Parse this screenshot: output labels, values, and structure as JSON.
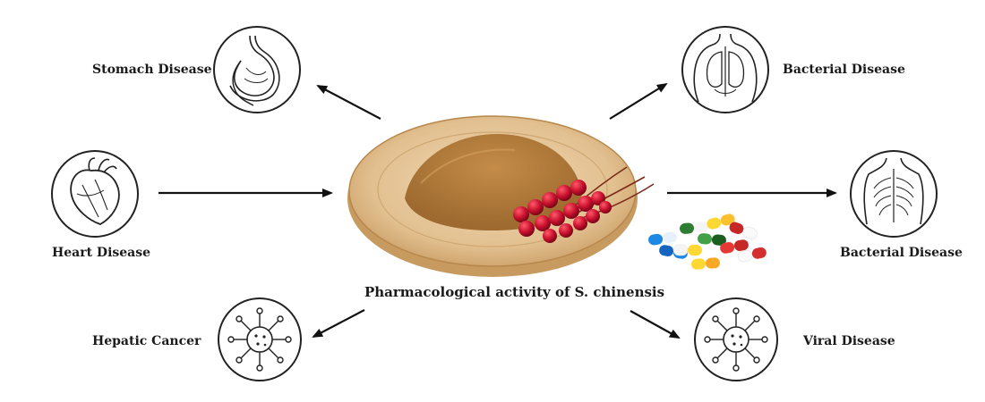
{
  "diagram": {
    "center": {
      "caption": "Pharmacological activity of S. chinensis",
      "image": "schisandra-powder-bowl-with-berries-and-capsules"
    },
    "nodes": [
      {
        "id": "stomach",
        "label": "Stomach Disease",
        "icon": "stomach-icon"
      },
      {
        "id": "heart",
        "label": "Heart Disease",
        "icon": "heart-icon"
      },
      {
        "id": "hepatic",
        "label": "Hepatic Cancer",
        "icon": "virus-icon"
      },
      {
        "id": "bacterial_top",
        "label": "Bacterial Disease",
        "icon": "torso-lungs-icon"
      },
      {
        "id": "bacterial_mid",
        "label": "Bacterial Disease",
        "icon": "torso-anatomy-icon"
      },
      {
        "id": "viral",
        "label": "Viral Disease",
        "icon": "virus-icon"
      }
    ],
    "colors": {
      "bowl": "#e3c49a",
      "powder": "#b9813f",
      "berries": "#c8102e",
      "arrow": "#111111"
    }
  }
}
